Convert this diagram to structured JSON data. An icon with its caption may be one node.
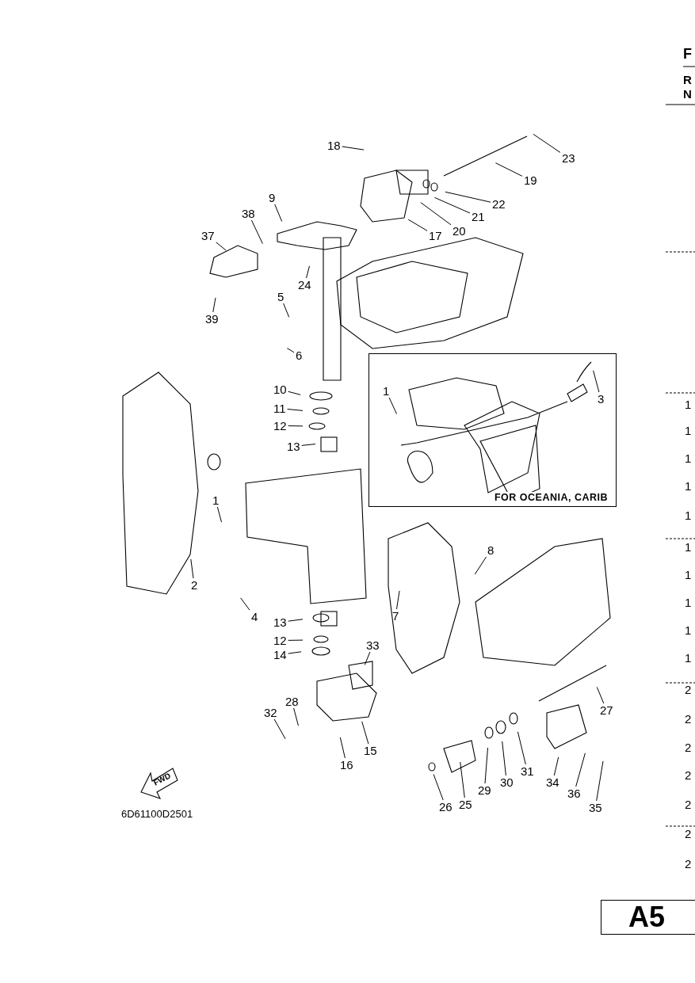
{
  "diagram": {
    "nodes": [
      {
        "text": [
          "FOR OCEANIA, CARIB"
        ]
      },
      {
        "text": [
          "18"
        ]
      },
      {
        "text": [
          "23"
        ]
      },
      {
        "text": [
          "19"
        ]
      },
      {
        "text": [
          "22"
        ]
      },
      {
        "text": [
          "21"
        ]
      },
      {
        "text": [
          "20"
        ]
      },
      {
        "text": [
          "9"
        ]
      },
      {
        "text": [
          "38"
        ]
      },
      {
        "text": [
          "17"
        ]
      },
      {
        "text": [
          "37"
        ]
      },
      {
        "text": [
          "24"
        ]
      },
      {
        "text": [
          "39"
        ]
      },
      {
        "text": [
          "5"
        ]
      },
      {
        "text": [
          "6"
        ]
      },
      {
        "text": [
          "10"
        ]
      },
      {
        "text": [
          "11"
        ]
      },
      {
        "text": [
          "12"
        ]
      },
      {
        "text": [
          "13"
        ]
      },
      {
        "text": [
          "1"
        ],
        "in": 0
      },
      {
        "text": [
          "3"
        ],
        "in": 0
      },
      {
        "text": [
          "1"
        ]
      },
      {
        "text": [
          "8"
        ]
      },
      {
        "text": [
          "2"
        ]
      },
      {
        "text": [
          "7"
        ]
      },
      {
        "text": [
          "4"
        ]
      },
      {
        "text": [
          "13"
        ]
      },
      {
        "text": [
          "12"
        ]
      },
      {
        "text": [
          "14"
        ]
      },
      {
        "text": [
          "33"
        ]
      },
      {
        "text": [
          "28"
        ]
      },
      {
        "text": [
          "32"
        ]
      },
      {
        "text": [
          "27"
        ]
      },
      {
        "text": [
          "15"
        ]
      },
      {
        "text": [
          "16"
        ]
      },
      {
        "text": [
          "29"
        ]
      },
      {
        "text": [
          "30"
        ]
      },
      {
        "text": [
          "31"
        ]
      },
      {
        "text": [
          "34"
        ]
      },
      {
        "text": [
          "36"
        ]
      },
      {
        "text": [
          "25"
        ]
      },
      {
        "text": [
          "26"
        ]
      },
      {
        "text": [
          "35"
        ]
      }
    ],
    "edges": [
      {
        "from": 1,
        "to": null,
        "arrow": "none"
      },
      {
        "from": 2,
        "to": null,
        "arrow": "none"
      },
      {
        "from": 3,
        "to": null,
        "arrow": "none"
      },
      {
        "from": 4,
        "to": null,
        "arrow": "none"
      },
      {
        "from": 5,
        "to": null,
        "arrow": "none"
      },
      {
        "from": 6,
        "to": null,
        "arrow": "none"
      },
      {
        "from": 7,
        "to": null,
        "arrow": "none"
      },
      {
        "from": 8,
        "to": null,
        "arrow": "none"
      },
      {
        "from": 9,
        "to": null,
        "arrow": "none"
      },
      {
        "from": 10,
        "to": null,
        "arrow": "none"
      },
      {
        "from": 11,
        "to": null,
        "arrow": "none"
      },
      {
        "from": 12,
        "to": null,
        "arrow": "none"
      },
      {
        "from": 13,
        "to": null,
        "arrow": "none"
      },
      {
        "from": 14,
        "to": null,
        "arrow": "none"
      },
      {
        "from": 15,
        "to": null,
        "arrow": "none"
      },
      {
        "from": 16,
        "to": null,
        "arrow": "none"
      },
      {
        "from": 17,
        "to": null,
        "arrow": "none"
      },
      {
        "from": 18,
        "to": null,
        "arrow": "none"
      },
      {
        "from": 19,
        "to": null,
        "arrow": "none"
      },
      {
        "from": 20,
        "to": null,
        "arrow": "none"
      },
      {
        "from": 21,
        "to": null,
        "arrow": "none"
      },
      {
        "from": 22,
        "to": null,
        "arrow": "none"
      },
      {
        "from": 23,
        "to": null,
        "arrow": "none"
      },
      {
        "from": 24,
        "to": null,
        "arrow": "none"
      },
      {
        "from": 25,
        "to": null,
        "arrow": "none"
      },
      {
        "from": 26,
        "to": null,
        "arrow": "none"
      },
      {
        "from": 27,
        "to": null,
        "arrow": "none"
      },
      {
        "from": 28,
        "to": null,
        "arrow": "none"
      },
      {
        "from": 29,
        "to": null,
        "arrow": "none"
      },
      {
        "from": 30,
        "to": null,
        "arrow": "none"
      },
      {
        "from": 31,
        "to": null,
        "arrow": "none"
      },
      {
        "from": 32,
        "to": null,
        "arrow": "none"
      },
      {
        "from": 33,
        "to": null,
        "arrow": "none"
      },
      {
        "from": 34,
        "to": null,
        "arrow": "none"
      },
      {
        "from": 35,
        "to": null,
        "arrow": "none"
      },
      {
        "from": 36,
        "to": null,
        "arrow": "none"
      },
      {
        "from": 37,
        "to": null,
        "arrow": "none"
      },
      {
        "from": 38,
        "to": null,
        "arrow": "none"
      },
      {
        "from": 39,
        "to": null,
        "arrow": "none"
      },
      {
        "from": 40,
        "to": null,
        "arrow": "none"
      },
      {
        "from": 41,
        "to": null,
        "arrow": "none"
      },
      {
        "from": 42,
        "to": null,
        "arrow": "none"
      }
    ],
    "labels": [
      "F",
      "R",
      "N",
      "1",
      "1",
      "1",
      "1",
      "1",
      "1",
      "1",
      "1",
      "1",
      "1",
      "2",
      "2",
      "2",
      "2",
      "2",
      "2",
      "2",
      "FWD",
      "6D61100D2501",
      "A5"
    ]
  }
}
